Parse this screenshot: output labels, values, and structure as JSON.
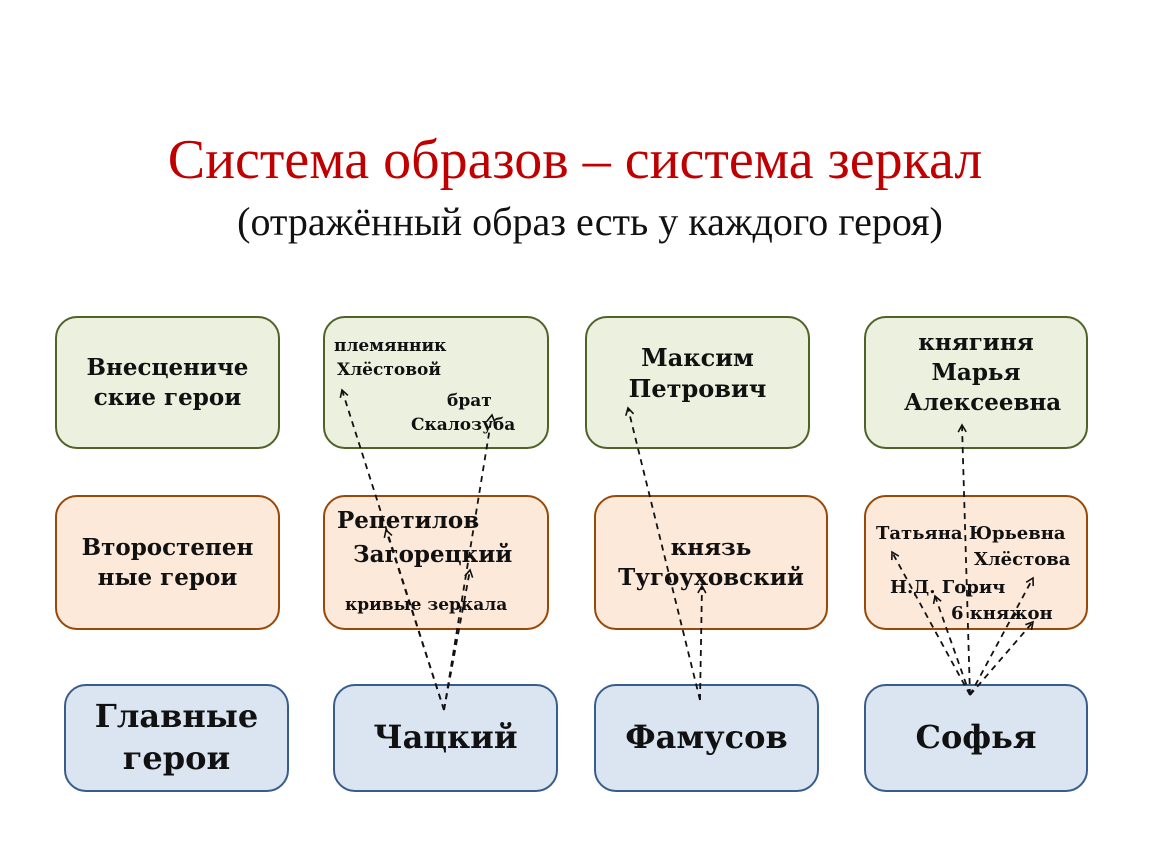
{
  "title": "Система образов – система зеркал",
  "subtitle": "(отражённый образ есть у каждого героя)",
  "rows": {
    "offstage": "Внесцениче ские герои",
    "secondary": "Второстепен ные герои",
    "main": "Главные герои"
  },
  "chatsky": {
    "main": "Чацкий",
    "offstage_1": "племянник",
    "offstage_2": "Хлёстовой",
    "offstage_3": "брат",
    "offstage_4": "Скалозуба",
    "secondary_1": "Репетилов",
    "secondary_2": "Загорецкий",
    "secondary_3": "кривые зеркала"
  },
  "famusov": {
    "main": "Фамусов",
    "offstage": "Максим Петрович",
    "secondary": "князь Тугоуховский"
  },
  "sofya": {
    "main": "Софья",
    "offstage": "княгиня Марья Алексеевна",
    "secondary_1": "Татьяна Юрьевна",
    "secondary_2": "Хлёстова",
    "secondary_3": "Н.Д. Горич",
    "secondary_4": "6 княжон"
  }
}
